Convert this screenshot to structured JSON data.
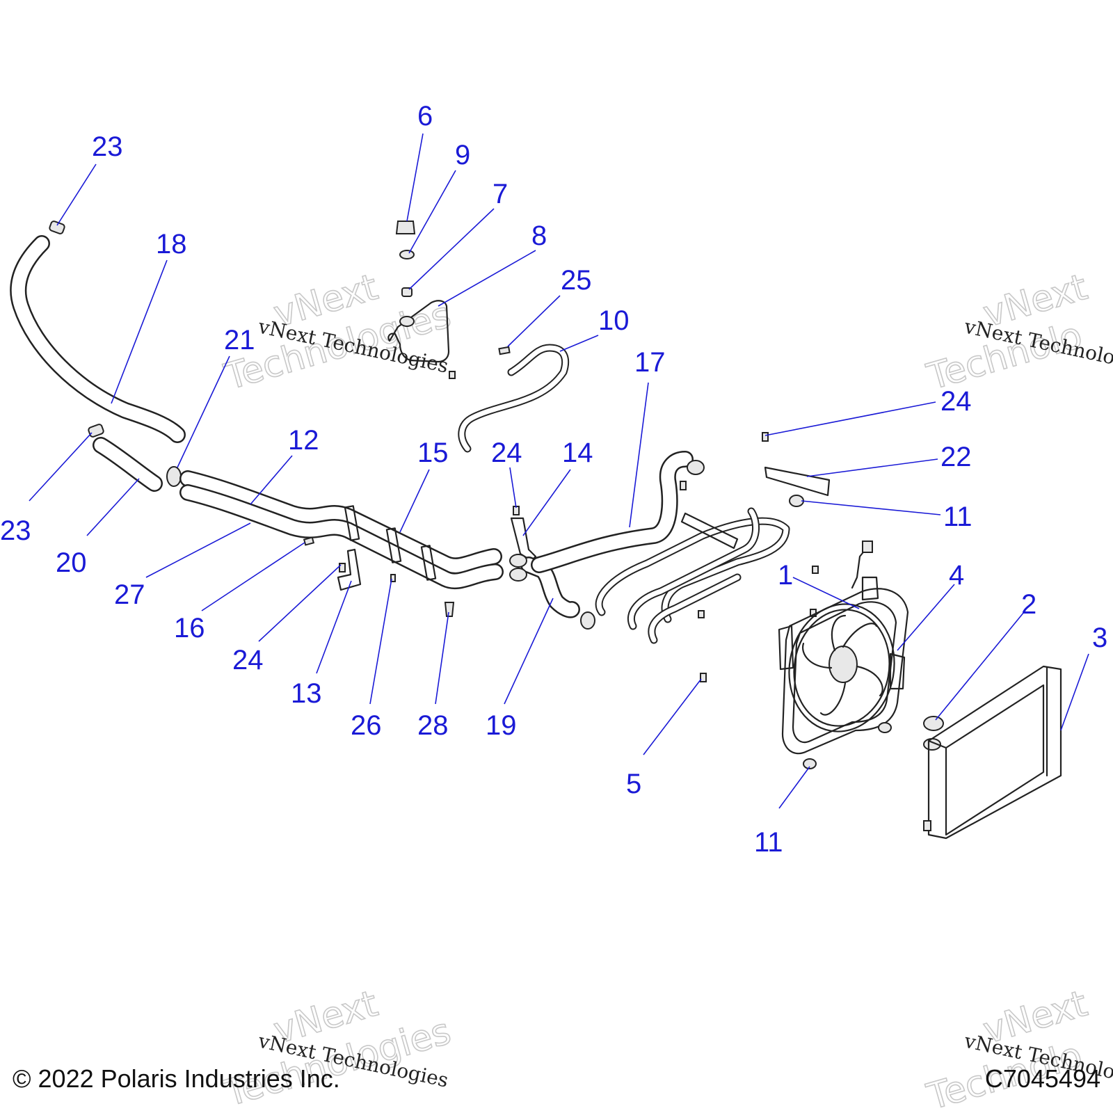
{
  "diagram": {
    "callouts": [
      "6",
      "9",
      "7",
      "8",
      "25",
      "10",
      "23",
      "18",
      "21",
      "23",
      "20",
      "12",
      "27",
      "15",
      "16",
      "24",
      "13",
      "26",
      "28",
      "24",
      "14",
      "19",
      "17",
      "24",
      "22",
      "11",
      "1",
      "4",
      "2",
      "3",
      "5",
      "11"
    ],
    "watermarks": [
      "vNext Technologies",
      "vNext Technologies",
      "vNext Technologies",
      "vNext Technologies"
    ]
  },
  "footer": {
    "copyright": "© 2022 Polaris Industries Inc.",
    "figure_id": "C7045494"
  },
  "colors": {
    "callout": "#1a1ad6",
    "line_art": "#222222",
    "background": "#ffffff"
  }
}
